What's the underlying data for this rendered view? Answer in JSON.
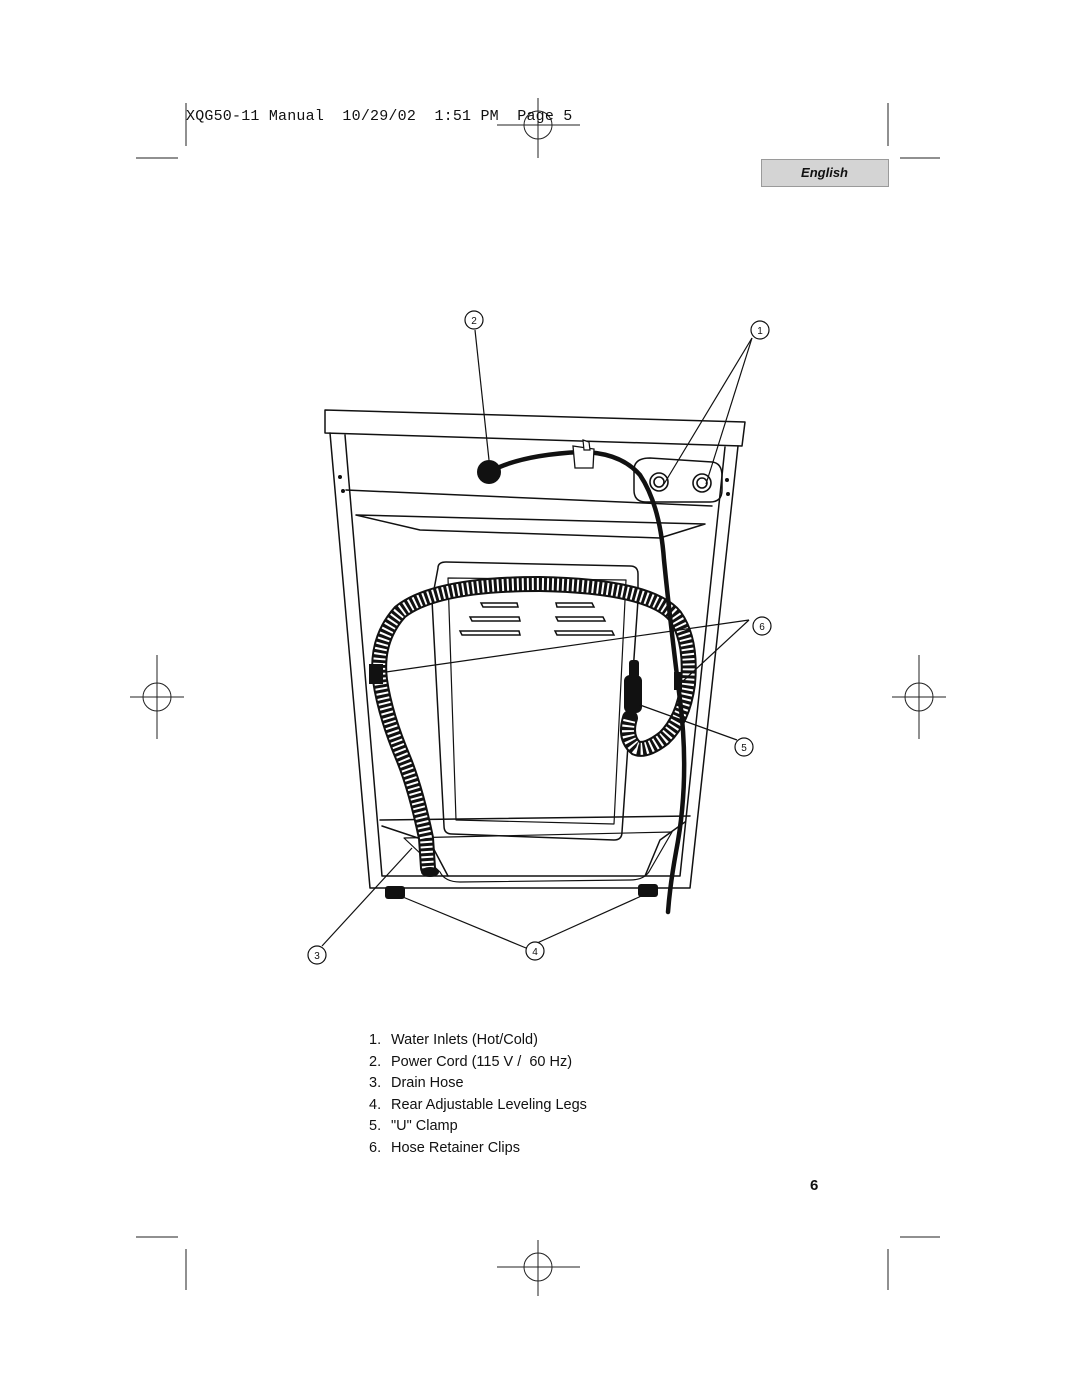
{
  "header": {
    "slug": "XQG50-11 Manual  10/29/02  1:51 PM  Page 5",
    "language_tab": "English"
  },
  "figure": {
    "callouts": [
      "1",
      "2",
      "3",
      "4",
      "5",
      "6"
    ]
  },
  "legend": [
    {
      "num": "1.",
      "label": "Water Inlets (Hot/Cold)"
    },
    {
      "num": "2.",
      "label": "Power Cord (115 V /  60 Hz)"
    },
    {
      "num": "3.",
      "label": "Drain Hose"
    },
    {
      "num": "4.",
      "label": "Rear Adjustable Leveling Legs"
    },
    {
      "num": "5.",
      "label": "\"U\" Clamp"
    },
    {
      "num": "6.",
      "label": "Hose Retainer Clips"
    }
  ],
  "page_number": "6",
  "colors": {
    "tab_fill": "#d4d4d4",
    "line": "#111111"
  }
}
